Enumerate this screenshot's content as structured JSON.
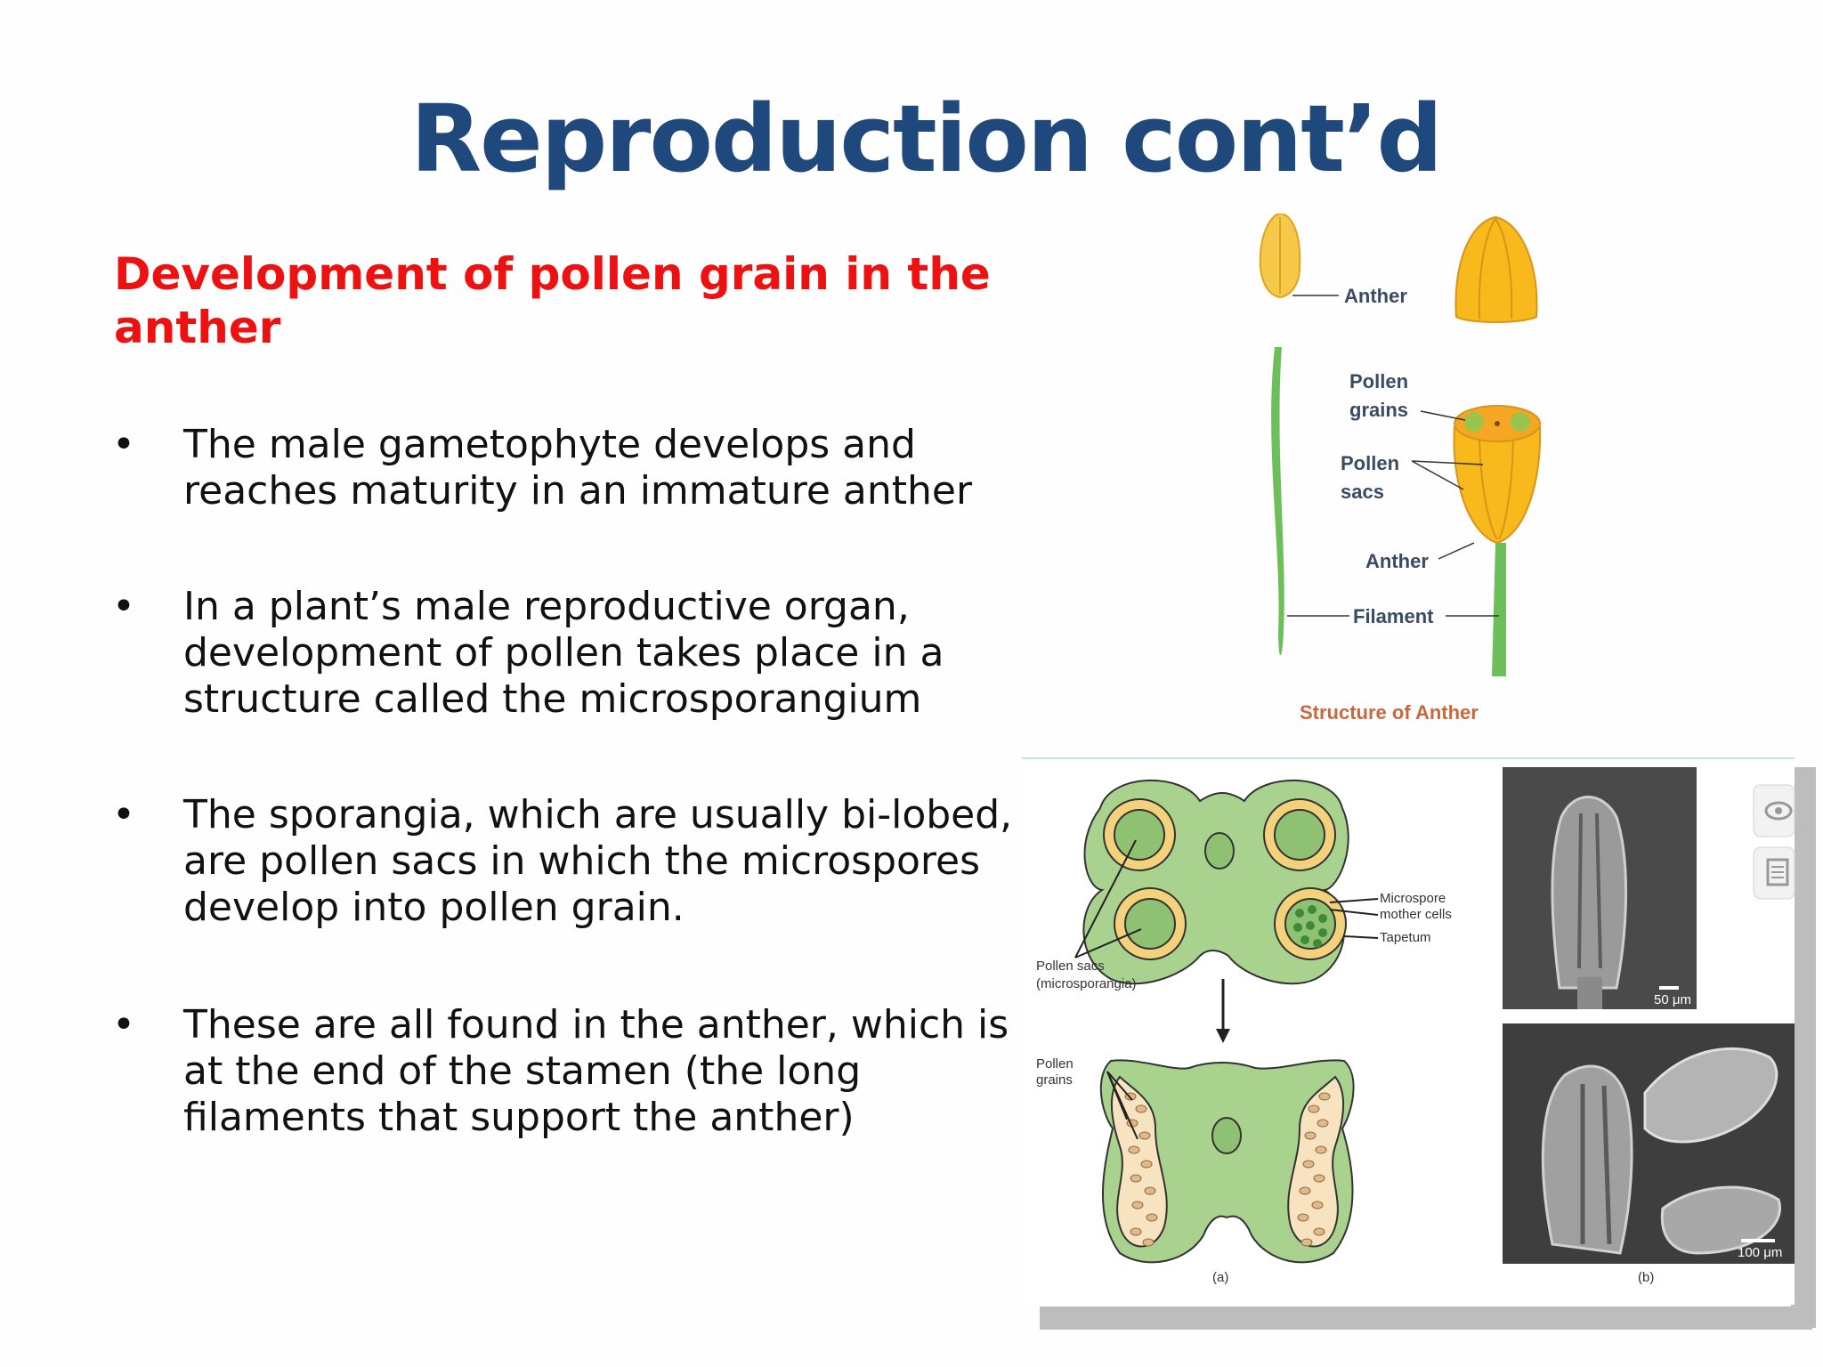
{
  "slide": {
    "title": "Reproduction cont’d",
    "subtitle": "Development of pollen grain in the anther",
    "bullet_char": "•",
    "bullets": [
      {
        "lines": [
          "The male gametophyte develops and",
          "reaches maturity in an immature anther"
        ]
      },
      {
        "lines": [
          "In a plant’s male reproductive organ,",
          "development of pollen takes place in a",
          "structure called the microsporangium"
        ]
      },
      {
        "lines": [
          "The sporangia, which are usually bi-lobed,",
          "are pollen sacs in which the microspores",
          "develop into pollen grain."
        ]
      },
      {
        "lines": [
          "These are all found in the anther, which is",
          "at the end of the stamen (the long",
          "filaments that support the anther)"
        ]
      }
    ]
  },
  "figure_anther": {
    "labels": {
      "anther_top": "Anther",
      "pollen_grains_1": "Pollen",
      "pollen_grains_2": "grains",
      "pollen_sacs_1": "Pollen",
      "pollen_sacs_2": "sacs",
      "anther": "Anther",
      "filament": "Filament"
    },
    "caption": "Structure of Anther"
  },
  "figure_section": {
    "labels": {
      "microspore_1": "Microspore",
      "microspore_2": "mother cells",
      "tapetum": "Tapetum",
      "pollen_sacs_1": "Pollen sacs",
      "pollen_sacs_2": "(microsporangia)",
      "pollen_grains_1": "Pollen",
      "pollen_grains_2": "grains",
      "scale_top": "50 μm",
      "scale_bottom": "100 μm",
      "panel_a": "(a)",
      "panel_b": "(b)"
    }
  },
  "colors": {
    "title": "#1f497d",
    "subtitle": "#ee1111",
    "anther_yellow": "#f7b91c",
    "filament_green": "#6cbf5a",
    "section_green": "#a9d28f"
  }
}
